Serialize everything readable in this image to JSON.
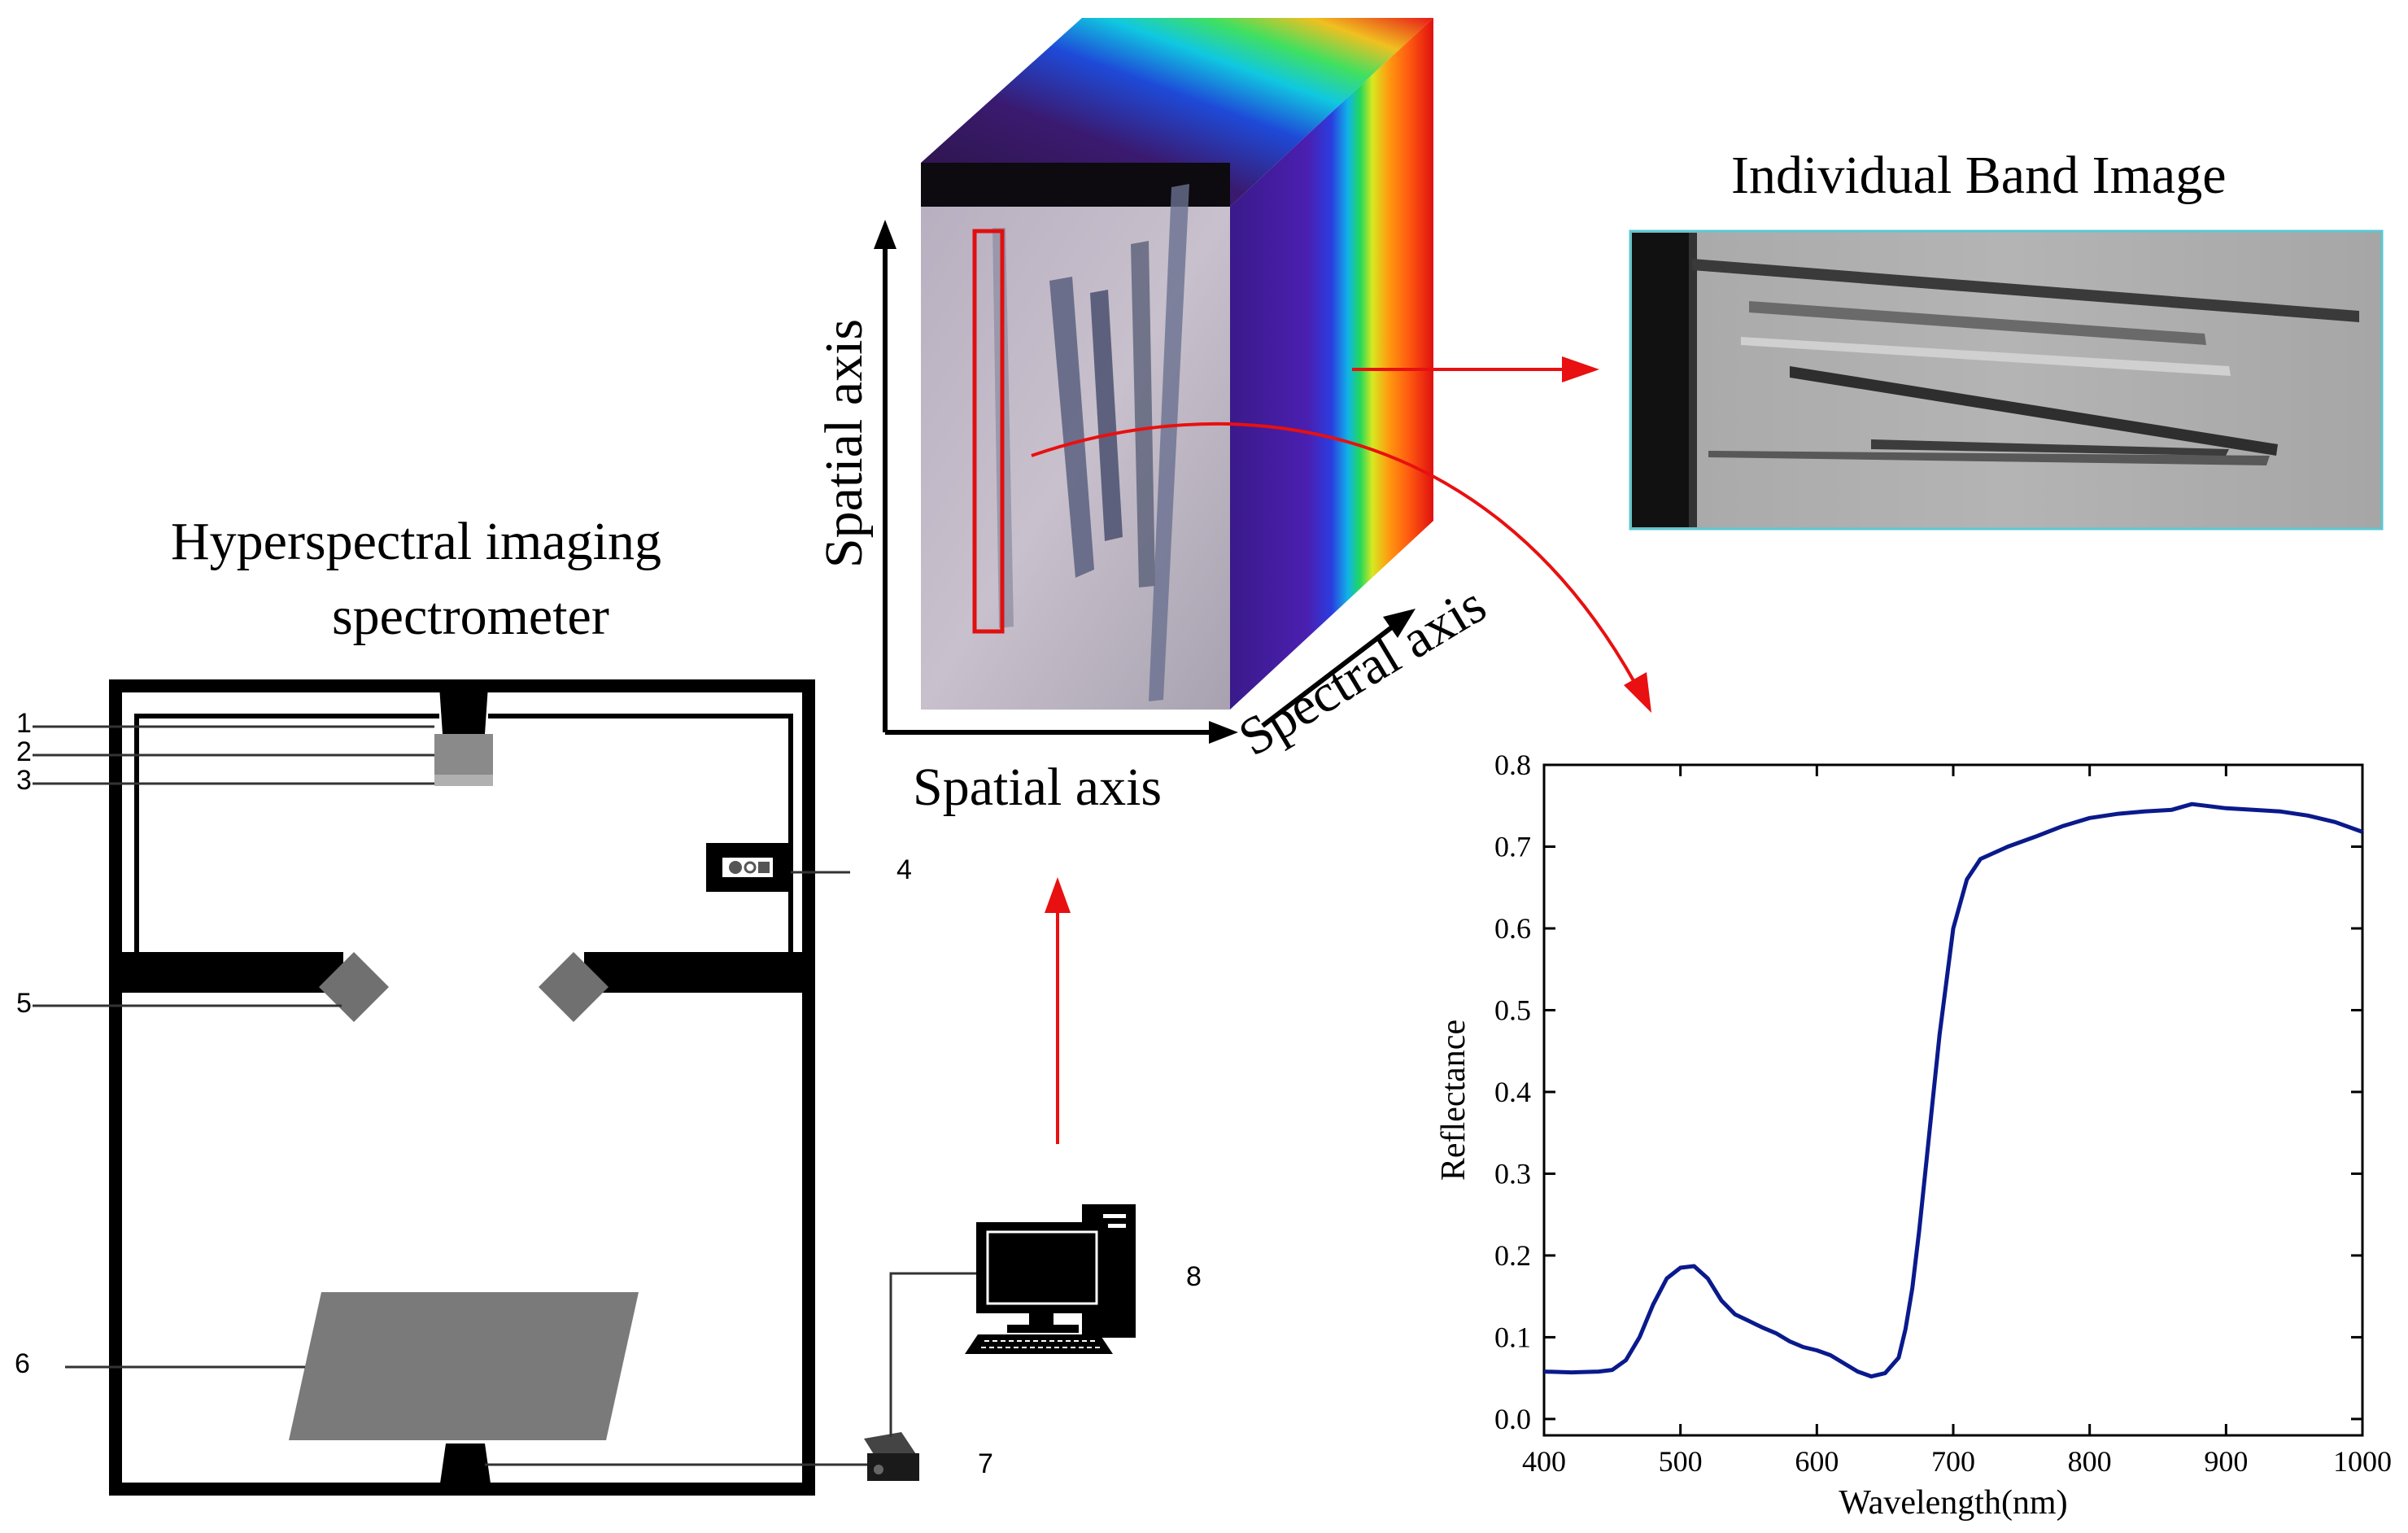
{
  "spectrometer": {
    "title_line1": "Hyperspectral imaging",
    "title_line2": "spectrometer",
    "labels": [
      "1",
      "2",
      "3",
      "4",
      "5",
      "6",
      "7",
      "8"
    ]
  },
  "cube": {
    "spatial_axis_vertical": "Spatial axis",
    "spatial_axis_horizontal": "Spatial axis",
    "spectral_axis": "Spectral axis"
  },
  "band_image": {
    "title": "Individual Band Image"
  },
  "chart_data": {
    "type": "line",
    "title": "",
    "xlabel": "Wavelength(nm)",
    "ylabel": "Reflectance",
    "xlim": [
      400,
      1000
    ],
    "ylim": [
      -0.02,
      0.8
    ],
    "xticks": [
      "400",
      "500",
      "600",
      "700",
      "800",
      "900",
      "1000"
    ],
    "yticks": [
      "0.0",
      "0.1",
      "0.2",
      "0.3",
      "0.4",
      "0.5",
      "0.6",
      "0.7",
      "0.8"
    ],
    "series": [
      {
        "color": "#0a1a8c",
        "x": [
          400,
          420,
          440,
          450,
          460,
          470,
          480,
          490,
          500,
          510,
          520,
          530,
          540,
          550,
          560,
          570,
          580,
          590,
          600,
          610,
          620,
          630,
          640,
          650,
          660,
          665,
          670,
          675,
          680,
          685,
          690,
          700,
          710,
          720,
          740,
          760,
          780,
          800,
          820,
          840,
          860,
          875,
          900,
          920,
          940,
          960,
          980,
          1000
        ],
        "y": [
          0.058,
          0.057,
          0.058,
          0.06,
          0.072,
          0.1,
          0.14,
          0.172,
          0.185,
          0.187,
          0.172,
          0.145,
          0.128,
          0.12,
          0.112,
          0.105,
          0.095,
          0.088,
          0.084,
          0.078,
          0.068,
          0.058,
          0.052,
          0.056,
          0.075,
          0.11,
          0.16,
          0.23,
          0.31,
          0.39,
          0.47,
          0.6,
          0.66,
          0.685,
          0.7,
          0.712,
          0.725,
          0.735,
          0.74,
          0.743,
          0.745,
          0.752,
          0.747,
          0.745,
          0.743,
          0.738,
          0.73,
          0.718
        ]
      }
    ]
  }
}
